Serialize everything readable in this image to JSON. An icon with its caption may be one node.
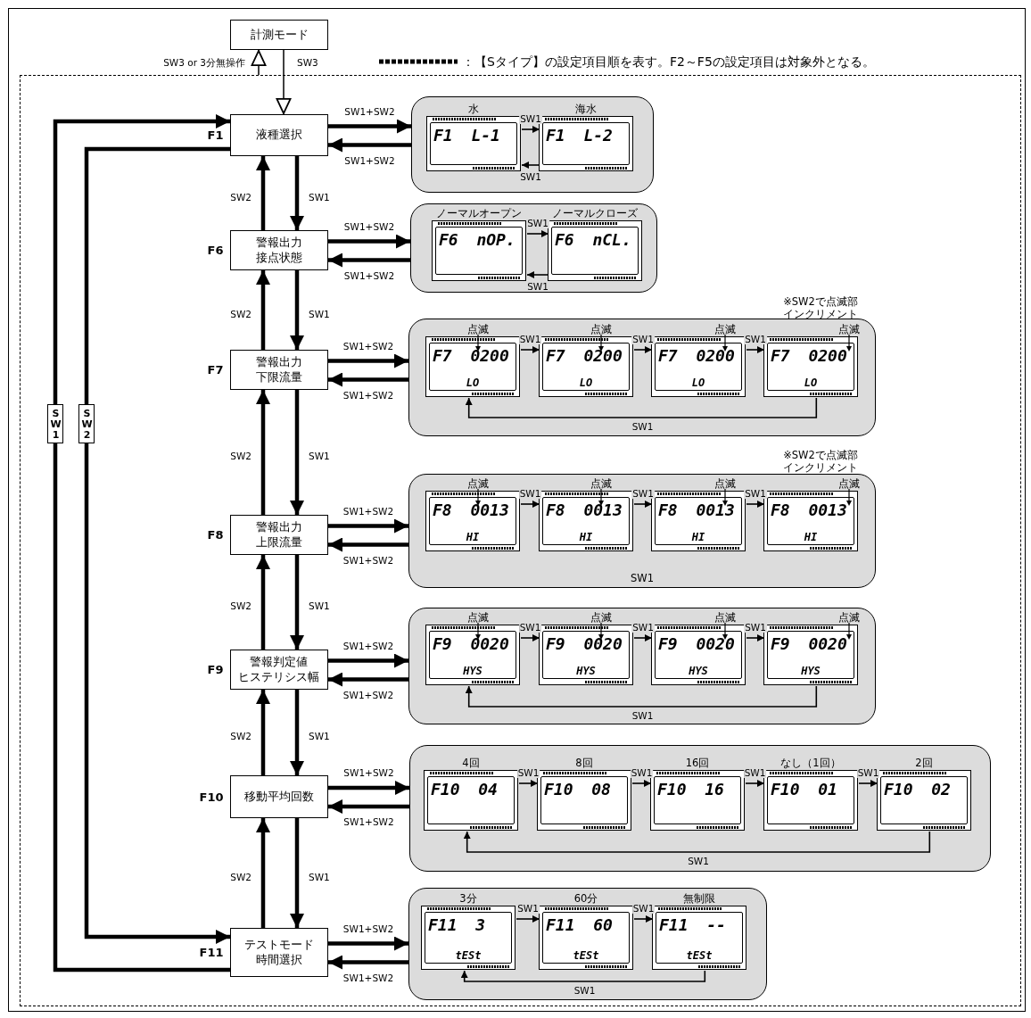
{
  "diagram": {
    "nodes": [
      {
        "text": [
          "計測モード"
        ]
      },
      {
        "text": [],
        "shape": "box"
      },
      {
        "text": [
          "液種選択"
        ],
        "beside": [
          "F1"
        ],
        "in": 1
      },
      {
        "text": [
          "警報出力接点状態"
        ],
        "beside": [
          "F6"
        ],
        "in": 1
      },
      {
        "text": [
          "警報出力下限流量"
        ],
        "beside": [
          "F7"
        ],
        "in": 1
      },
      {
        "text": [
          "警報出力上限流量"
        ],
        "beside": [
          "F8"
        ],
        "in": 1
      },
      {
        "text": [
          "警報判定値ヒステリシス幅"
        ],
        "beside": [
          "F9"
        ],
        "in": 1
      },
      {
        "text": [
          "移動平均回数"
        ],
        "beside": [
          "F10"
        ],
        "in": 1
      },
      {
        "text": [
          "テストモード時間選択"
        ],
        "beside": [
          "F11"
        ],
        "in": 1
      },
      {
        "text": [],
        "shape": "box",
        "in": 1
      },
      {
        "text": [
          "水",
          "F1 L-1"
        ],
        "in": 9
      },
      {
        "text": [
          "海水",
          "F1 L-2"
        ],
        "in": 9
      },
      {
        "text": [],
        "shape": "box",
        "in": 1
      },
      {
        "text": [
          "ノーマルオープン",
          "F6 nOP."
        ],
        "in": 12
      },
      {
        "text": [
          "ノーマルクローズ",
          "F6 nCL."
        ],
        "in": 12
      },
      {
        "text": [],
        "shape": "box",
        "in": 1
      },
      {
        "text": [
          "点滅",
          "F7 0200",
          "LO"
        ],
        "in": 15
      },
      {
        "text": [
          "点滅",
          "F7 0200",
          "LO"
        ],
        "in": 15
      },
      {
        "text": [
          "点滅",
          "F7 0200",
          "LO"
        ],
        "in": 15
      },
      {
        "text": [
          "点滅",
          "F7 0200",
          "LO"
        ],
        "in": 15
      },
      {
        "text": [],
        "shape": "box",
        "in": 1
      },
      {
        "text": [
          "点滅",
          "F8 0013",
          "HI"
        ],
        "in": 20
      },
      {
        "text": [
          "点滅",
          "F8 0013",
          "HI"
        ],
        "in": 20
      },
      {
        "text": [
          "点滅",
          "F8 0013",
          "HI"
        ],
        "in": 20
      },
      {
        "text": [
          "点滅",
          "F8 0013",
          "HI"
        ],
        "in": 20
      },
      {
        "text": [],
        "shape": "box",
        "in": 1
      },
      {
        "text": [
          "点滅",
          "F9 0020",
          "HYS"
        ],
        "in": 25
      },
      {
        "text": [
          "点滅",
          "F9 0020",
          "HYS"
        ],
        "in": 25
      },
      {
        "text": [
          "点滅",
          "F9 0020",
          "HYS"
        ],
        "in": 25
      },
      {
        "text": [
          "点滅",
          "F9 0020",
          "HYS"
        ],
        "in": 25
      },
      {
        "text": [],
        "shape": "box",
        "in": 1
      },
      {
        "text": [
          "4回",
          "F10 04"
        ],
        "in": 30
      },
      {
        "text": [
          "8回",
          "F10 08"
        ],
        "in": 30
      },
      {
        "text": [
          "16回",
          "F10 16"
        ],
        "in": 30
      },
      {
        "text": [
          "なし（1回）",
          "F10 01"
        ],
        "in": 30
      },
      {
        "text": [
          "2回",
          "F10 02"
        ],
        "in": 30
      },
      {
        "text": [],
        "shape": "box",
        "in": 1
      },
      {
        "text": [
          "3分",
          "F11 3",
          "tESt"
        ],
        "in": 36
      },
      {
        "text": [
          "60分",
          "F11 60",
          "tESt"
        ],
        "in": 36
      },
      {
        "text": [
          "無制限",
          "F11 --",
          "tESt"
        ],
        "in": 36
      }
    ],
    "edges": [
      {
        "from": 0,
        "to": 2,
        "arrow": "to",
        "label": "SW3"
      },
      {
        "from": 1,
        "to": 0,
        "arrow": "to",
        "label": "SW3 or 3分無操作"
      },
      {
        "from": 8,
        "to": 2,
        "arrow": "to",
        "label": "SW1"
      },
      {
        "from": 2,
        "to": 8,
        "arrow": "to",
        "label": "SW2"
      },
      {
        "from": 2,
        "to": 3,
        "arrow": "to",
        "label": "SW1"
      },
      {
        "from": 3,
        "to": 2,
        "arrow": "to",
        "label": "SW2"
      },
      {
        "from": 3,
        "to": 4,
        "arrow": "to",
        "label": "SW1"
      },
      {
        "from": 4,
        "to": 3,
        "arrow": "to",
        "label": "SW2"
      },
      {
        "from": 4,
        "to": 5,
        "arrow": "to",
        "label": "SW1"
      },
      {
        "from": 5,
        "to": 4,
        "arrow": "to",
        "label": "SW2"
      },
      {
        "from": 5,
        "to": 6,
        "arrow": "to",
        "label": "SW1"
      },
      {
        "from": 6,
        "to": 5,
        "arrow": "to",
        "label": "SW2"
      },
      {
        "from": 6,
        "to": 7,
        "arrow": "to",
        "label": "SW1"
      },
      {
        "from": 7,
        "to": 6,
        "arrow": "to",
        "label": "SW2"
      },
      {
        "from": 7,
        "to": 8,
        "arrow": "to",
        "label": "SW1"
      },
      {
        "from": 8,
        "to": 7,
        "arrow": "to",
        "label": "SW2"
      },
      {
        "from": 2,
        "to": 9,
        "arrow": "to",
        "label": "SW1+SW2"
      },
      {
        "from": 9,
        "to": 2,
        "arrow": "to",
        "label": "SW1+SW2"
      },
      {
        "from": 3,
        "to": 12,
        "arrow": "to",
        "label": "SW1+SW2"
      },
      {
        "from": 12,
        "to": 3,
        "arrow": "to",
        "label": "SW1+SW2"
      },
      {
        "from": 4,
        "to": 15,
        "arrow": "to",
        "label": "SW1+SW2"
      },
      {
        "from": 15,
        "to": 4,
        "arrow": "to",
        "label": "SW1+SW2"
      },
      {
        "from": 5,
        "to": 20,
        "arrow": "to",
        "label": "SW1+SW2"
      },
      {
        "from": 20,
        "to": 5,
        "arrow": "to",
        "label": "SW1+SW2"
      },
      {
        "from": 6,
        "to": 25,
        "arrow": "to",
        "label": "SW1+SW2"
      },
      {
        "from": 25,
        "to": 6,
        "arrow": "to",
        "label": "SW1+SW2"
      },
      {
        "from": 7,
        "to": 30,
        "arrow": "to",
        "label": "SW1+SW2"
      },
      {
        "from": 30,
        "to": 7,
        "arrow": "to",
        "label": "SW1+SW2"
      },
      {
        "from": 8,
        "to": 36,
        "arrow": "to",
        "label": "SW1+SW2"
      },
      {
        "from": 36,
        "to": 8,
        "arrow": "to",
        "label": "SW1+SW2"
      },
      {
        "from": 10,
        "to": 11,
        "arrow": "to",
        "label": "SW1"
      },
      {
        "from": 11,
        "to": 10,
        "arrow": "to",
        "label": "SW1"
      },
      {
        "from": 13,
        "to": 14,
        "arrow": "to",
        "label": "SW1"
      },
      {
        "from": 14,
        "to": 13,
        "arrow": "to",
        "label": "SW1"
      },
      {
        "from": 16,
        "to": 17,
        "arrow": "to",
        "label": "SW1"
      },
      {
        "from": 17,
        "to": 18,
        "arrow": "to",
        "label": "SW1"
      },
      {
        "from": 18,
        "to": 19,
        "arrow": "to",
        "label": "SW1"
      },
      {
        "from": 19,
        "to": 16,
        "arrow": "to",
        "label": "SW1"
      },
      {
        "from": 21,
        "to": 22,
        "arrow": "to",
        "label": "SW1"
      },
      {
        "from": 22,
        "to": 23,
        "arrow": "to",
        "label": "SW1"
      },
      {
        "from": 23,
        "to": 24,
        "arrow": "to",
        "label": "SW1"
      },
      {
        "from": 26,
        "to": 27,
        "arrow": "to",
        "label": "SW1"
      },
      {
        "from": 27,
        "to": 28,
        "arrow": "to",
        "label": "SW1"
      },
      {
        "from": 28,
        "to": 29,
        "arrow": "to",
        "label": "SW1"
      },
      {
        "from": 29,
        "to": 26,
        "arrow": "to",
        "label": "SW1"
      },
      {
        "from": 31,
        "to": 32,
        "arrow": "to",
        "label": "SW1"
      },
      {
        "from": 32,
        "to": 33,
        "arrow": "to",
        "label": "SW1"
      },
      {
        "from": 33,
        "to": 34,
        "arrow": "to",
        "label": "SW1"
      },
      {
        "from": 34,
        "to": 35,
        "arrow": "to",
        "label": "SW1"
      },
      {
        "from": 35,
        "to": 31,
        "arrow": "to",
        "label": "SW1"
      },
      {
        "from": 37,
        "to": 38,
        "arrow": "to",
        "label": "SW1"
      },
      {
        "from": 38,
        "to": 39,
        "arrow": "to",
        "label": "SW1"
      },
      {
        "from": 39,
        "to": 37,
        "arrow": "to",
        "label": "SW1"
      }
    ],
    "labels": [
      "※SW2で点滅部インクリメント",
      "※SW2で点滅部インクリメント",
      "SW1"
    ],
    "legend": [
      {
        "text": "：【Sタイプ】の設定項目順を表す。F2～F5の設定項目は対象外となる。"
      }
    ]
  }
}
